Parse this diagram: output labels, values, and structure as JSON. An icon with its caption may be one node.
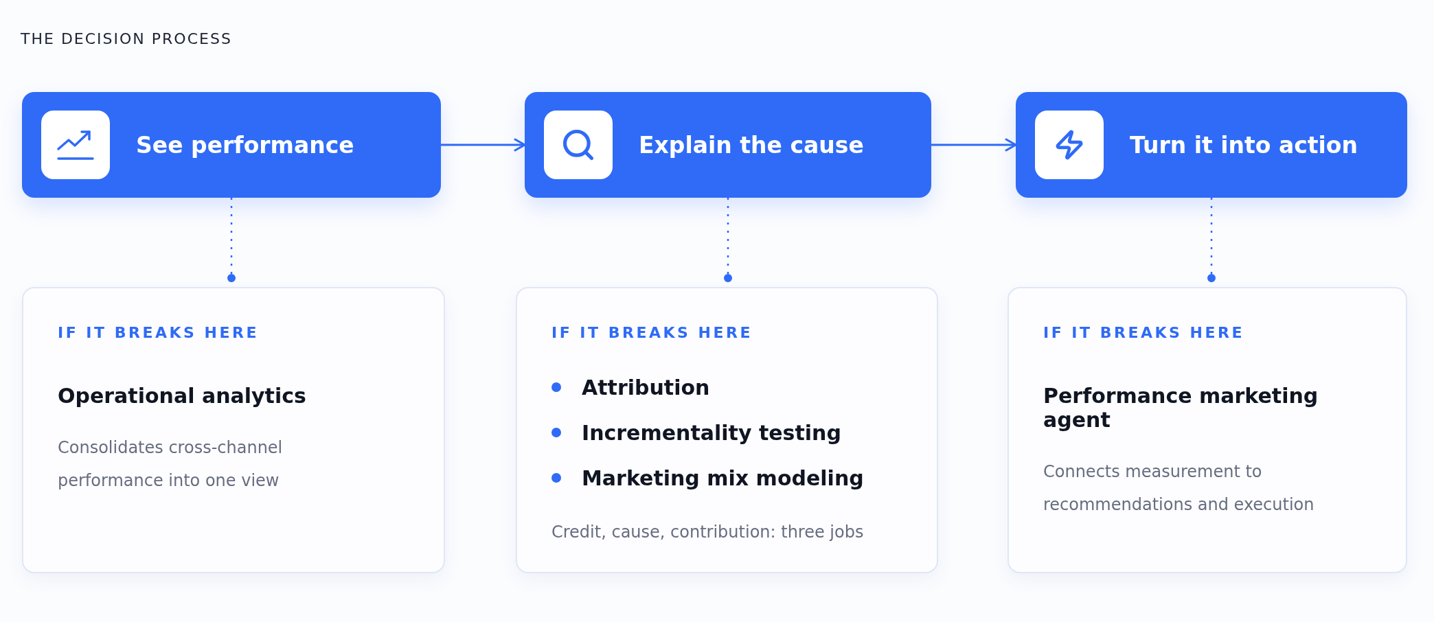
{
  "diagram": {
    "title": "THE DECISION PROCESS",
    "nodes": [
      {
        "text": [
          "See performance"
        ]
      },
      {
        "text": [
          "Explain the cause"
        ]
      },
      {
        "text": [
          "Turn it into action"
        ]
      },
      {
        "text": [
          "IF IT BREAKS HERE",
          "Operational analytics",
          "Consolidates cross-channel performance into one view"
        ]
      },
      {
        "text": [
          "IF IT BREAKS HERE",
          "Attribution",
          "Incrementality testing",
          "Marketing mix modeling",
          "Credit, cause, contribution: three jobs"
        ]
      },
      {
        "text": [
          "IF IT BREAKS HERE",
          "Performance marketing agent",
          "Connects measurement to recommendations and execution"
        ]
      }
    ],
    "edges": [
      {
        "from": 0,
        "to": 1,
        "arrow": "to"
      },
      {
        "from": 1,
        "to": 2,
        "arrow": "to"
      },
      {
        "from": 0,
        "to": 3,
        "arrow": "other",
        "style": "dashed"
      },
      {
        "from": 1,
        "to": 4,
        "arrow": "other",
        "style": "dashed"
      },
      {
        "from": 2,
        "to": 5,
        "arrow": "other",
        "style": "dashed"
      }
    ]
  }
}
